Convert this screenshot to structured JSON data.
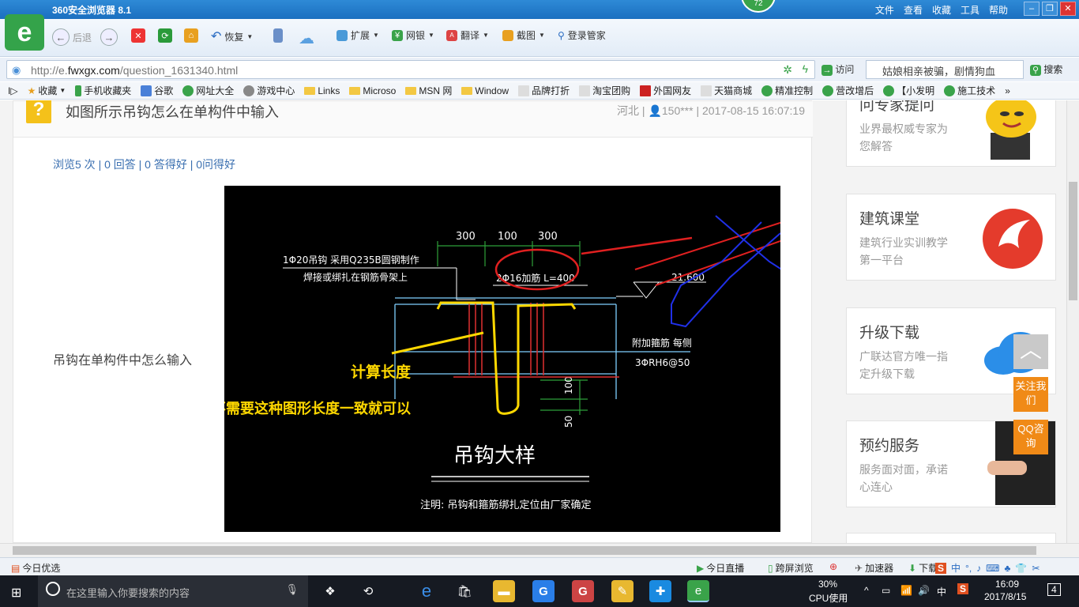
{
  "window": {
    "title": "360安全浏览器 8.1",
    "badge": "72",
    "menu": [
      "文件",
      "查看",
      "收藏",
      "工具",
      "帮助"
    ],
    "controls": [
      "–",
      "❐",
      "✕"
    ]
  },
  "toolbar": {
    "back_label": "后退",
    "restore_label": "恢复",
    "extend_label": "扩展",
    "bank_label": "网银",
    "translate_label": "翻译",
    "screenshot_label": "截图",
    "login_label": "登录管家"
  },
  "address": {
    "url_prefix": "http://e.",
    "url_domain": "fwxgx.com",
    "url_path": "/question_1631340.html",
    "visit_label": "访问",
    "search_text": "姑娘相亲被骗，剧情狗血",
    "search_button": "搜索"
  },
  "bookmarks": [
    "收藏",
    "手机收藏夹",
    "谷歌",
    "网址大全",
    "游戏中心",
    "Links",
    "Microso",
    "MSN 网",
    "Window",
    "品牌打折",
    "淘宝团购",
    "外国网友",
    "天猫商城",
    "精准控制",
    "营改增后",
    "【小发明",
    "施工技术"
  ],
  "question": {
    "title": "如图所示吊钩怎么在单构件中输入",
    "meta": "河北 | 👤150*** | 2017-08-15 16:07:19",
    "stats": "浏览5 次 | 0 回答 | 0 答得好 | 0问得好",
    "body": "吊钩在单构件中怎么输入"
  },
  "drawing": {
    "dims_top": [
      "300",
      "100",
      "300"
    ],
    "note1": "1Φ20吊钩 采用Q235B圆钢制作",
    "note2": "焊接或绑扎在钢筋骨架上",
    "bar_label": "2Φ16加筋 L=400",
    "elevation": "21.600",
    "stirrup_label": "附加箍筋 每侧",
    "stirrup_spec": "3ΦRH6@50",
    "dim_100": "100",
    "dim_50": "50",
    "annotation_calc": "计算长度",
    "annotation_note": "不需要这种图形长度一致就可以",
    "drawing_title": "吊钩大样",
    "footnote": "注明: 吊钩和箍筋绑扎定位由厂家确定"
  },
  "sidebar": [
    {
      "title": "问专家提问",
      "sub": "业界最权威专家为您解答"
    },
    {
      "title": "建筑课堂",
      "sub": "建筑行业实训教学第一平台"
    },
    {
      "title": "升级下载",
      "sub": "广联达官方唯一指定升级下载"
    },
    {
      "title": "预约服务",
      "sub": "服务面对面，承诺心连心"
    }
  ],
  "float_buttons": {
    "top": "︿",
    "follow": "关注我们",
    "qq": "QQ咨询"
  },
  "status": {
    "left": "今日优选",
    "live": "今日直播",
    "crossscreen": "跨屏浏览",
    "accelerator": "加速器",
    "download": "下载"
  },
  "taskbar": {
    "search_placeholder": "在这里输入你要搜索的内容",
    "cpu_percent": "30%",
    "cpu_label": "CPU使用",
    "ime": "中",
    "time": "16:09",
    "date": "2017/8/15",
    "notifications": "4"
  },
  "colors": {
    "accent": "#1b6fc0",
    "orange": "#f08a17",
    "link": "#3a6fb0"
  }
}
